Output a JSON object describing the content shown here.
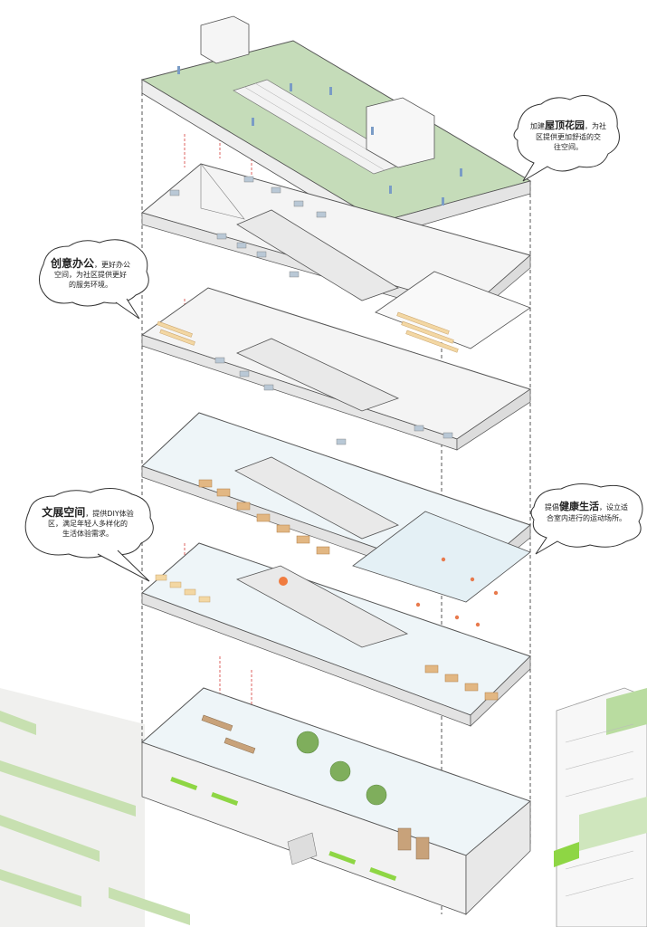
{
  "callouts": {
    "roof_garden": {
      "pre": "加建",
      "emphasis": "屋顶花园",
      "post": "，为社",
      "line2": "区提供更加舒适的交",
      "line3": "往空间。"
    },
    "creative_office": {
      "emphasis": "创意办公",
      "post": "，更好办公",
      "line2": "空间，为社区提供更好",
      "line3": "的服务环境。"
    },
    "exhibition_space": {
      "emphasis": "文展空间",
      "post": "，提供DIY体验",
      "line2": "区，满足年轻人多样化的",
      "line3": "生活体验需求。"
    },
    "healthy_life": {
      "pre": "提倡",
      "emphasis": "健康生活",
      "post": "，设立适",
      "line2": "合室内进行的运动场所。"
    }
  },
  "colors": {
    "roof_green": "#c5dcb9",
    "floor_blue": "#e4f0f5",
    "wall": "#f4f4f4",
    "outline": "#555555",
    "red_column": "#d9534f",
    "grass": "#9fd27a",
    "lime_planter": "#8ed644"
  }
}
